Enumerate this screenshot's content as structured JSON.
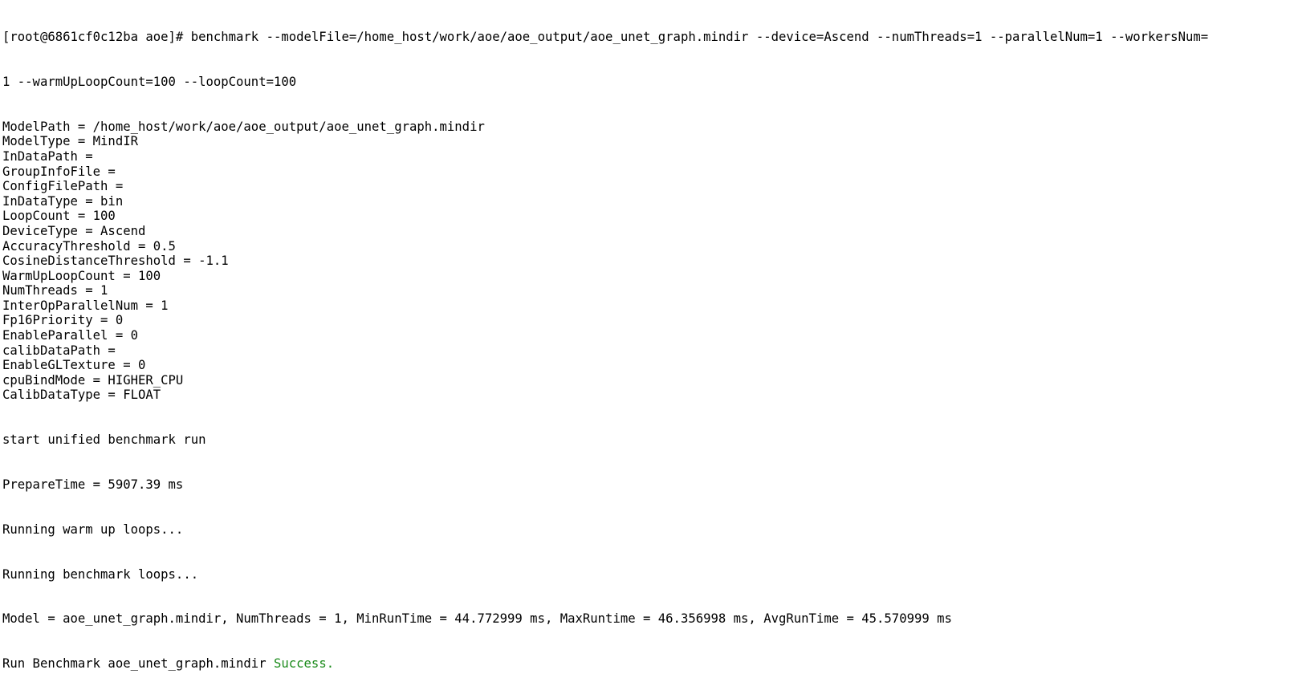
{
  "terminal": {
    "command_line_1": "[root@6861cf0c12ba aoe]# benchmark --modelFile=/home_host/work/aoe/aoe_output/aoe_unet_graph.mindir --device=Ascend --numThreads=1 --parallelNum=1 --workersNum=",
    "command_line_2": "1 --warmUpLoopCount=100 --loopCount=100",
    "params": [
      "ModelPath = /home_host/work/aoe/aoe_output/aoe_unet_graph.mindir",
      "ModelType = MindIR",
      "InDataPath = ",
      "GroupInfoFile = ",
      "ConfigFilePath = ",
      "InDataType = bin",
      "LoopCount = 100",
      "DeviceType = Ascend",
      "AccuracyThreshold = 0.5",
      "CosineDistanceThreshold = -1.1",
      "WarmUpLoopCount = 100",
      "NumThreads = 1",
      "InterOpParallelNum = 1",
      "Fp16Priority = 0",
      "EnableParallel = 0",
      "calibDataPath = ",
      "EnableGLTexture = 0",
      "cpuBindMode = HIGHER_CPU",
      "CalibDataType = FLOAT"
    ],
    "start_line": "start unified benchmark run",
    "prepare_time": "PrepareTime = 5907.39 ms",
    "warm_up": "Running warm up loops...",
    "bench_loops": "Running benchmark loops...",
    "result_line": "Model = aoe_unet_graph.mindir, NumThreads = 1, MinRunTime = 44.772999 ms, MaxRuntime = 46.356998 ms, AvgRunTime = 45.570999 ms",
    "run_prefix": "Run Benchmark aoe_unet_graph.mindir ",
    "run_status": "Success.",
    "colors": {
      "text": "#000000",
      "success": "#1a8a1a",
      "background": "#ffffff"
    }
  }
}
